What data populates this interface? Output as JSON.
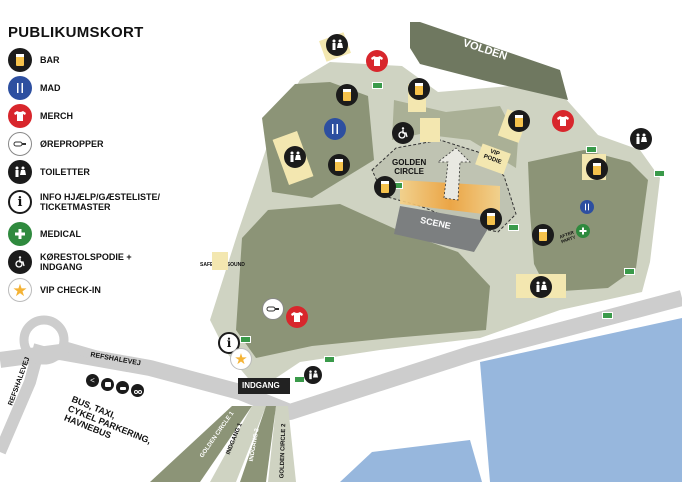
{
  "legend": {
    "title": "PUBLIKUMSKORT",
    "items": [
      {
        "label": "BAR",
        "icon": "beer-icon",
        "color": "#1b1b1b"
      },
      {
        "label": "MAD",
        "icon": "fork-knife-icon",
        "color": "#2d4fa0"
      },
      {
        "label": "MERCH",
        "icon": "tshirt-icon",
        "color": "#d8262c"
      },
      {
        "label": "ØREPROPPER",
        "icon": "earplug-icon",
        "color": "#ffffff"
      },
      {
        "label": "TOILETTER",
        "icon": "toilet-icon",
        "color": "#1b1b1b"
      },
      {
        "label": "INFO HJÆLP/GÆSTELISTE/\nTICKETMASTER",
        "icon": "info-icon",
        "color": "#ffffff"
      },
      {
        "label": "MEDICAL",
        "icon": "medical-cross-icon",
        "color": "#2f8a3e"
      },
      {
        "label": "KØRESTOLSPODIE +\nINDGANG",
        "icon": "wheelchair-icon",
        "color": "#1b1b1b"
      },
      {
        "label": "VIP CHECK-IN",
        "icon": "star-icon",
        "color": "#f5b335"
      }
    ]
  },
  "map": {
    "volden": "VOLDEN",
    "golden_circle": "GOLDEN\nCIRCLE",
    "scene": "SCENE",
    "vip_podie": "VIP\nPODIE",
    "after_party": "AFTER\nPARTY",
    "safe_and_sound": "SAFE AND SOUND",
    "indgang": "INDGANG",
    "refshalevej_top": "REFSHALEVEJ",
    "refshalevej_left": "REFSHALEVEJ",
    "transport": "BUS, TAXI,\nCYKEL PARKERING,\nHAVNEBUS",
    "gate_golden_circle_1": "GOLDEN CIRCLE 1",
    "gate_indgang_2": "INDGANG 2",
    "gate_golden_circle_2": "GOLDEN CIRCLE 2",
    "gate_indgang_1": "INDGANG 1"
  },
  "colors": {
    "grounds": "#cfd3c2",
    "grass": "#8c9477",
    "volden": "#6f7860",
    "water": "#97b7dd",
    "road": "#cdcdcd",
    "pad": "#f3e7b0",
    "golden": "#f0a23a",
    "stage": "#7c7f80",
    "exit": "#3a9a4a"
  }
}
